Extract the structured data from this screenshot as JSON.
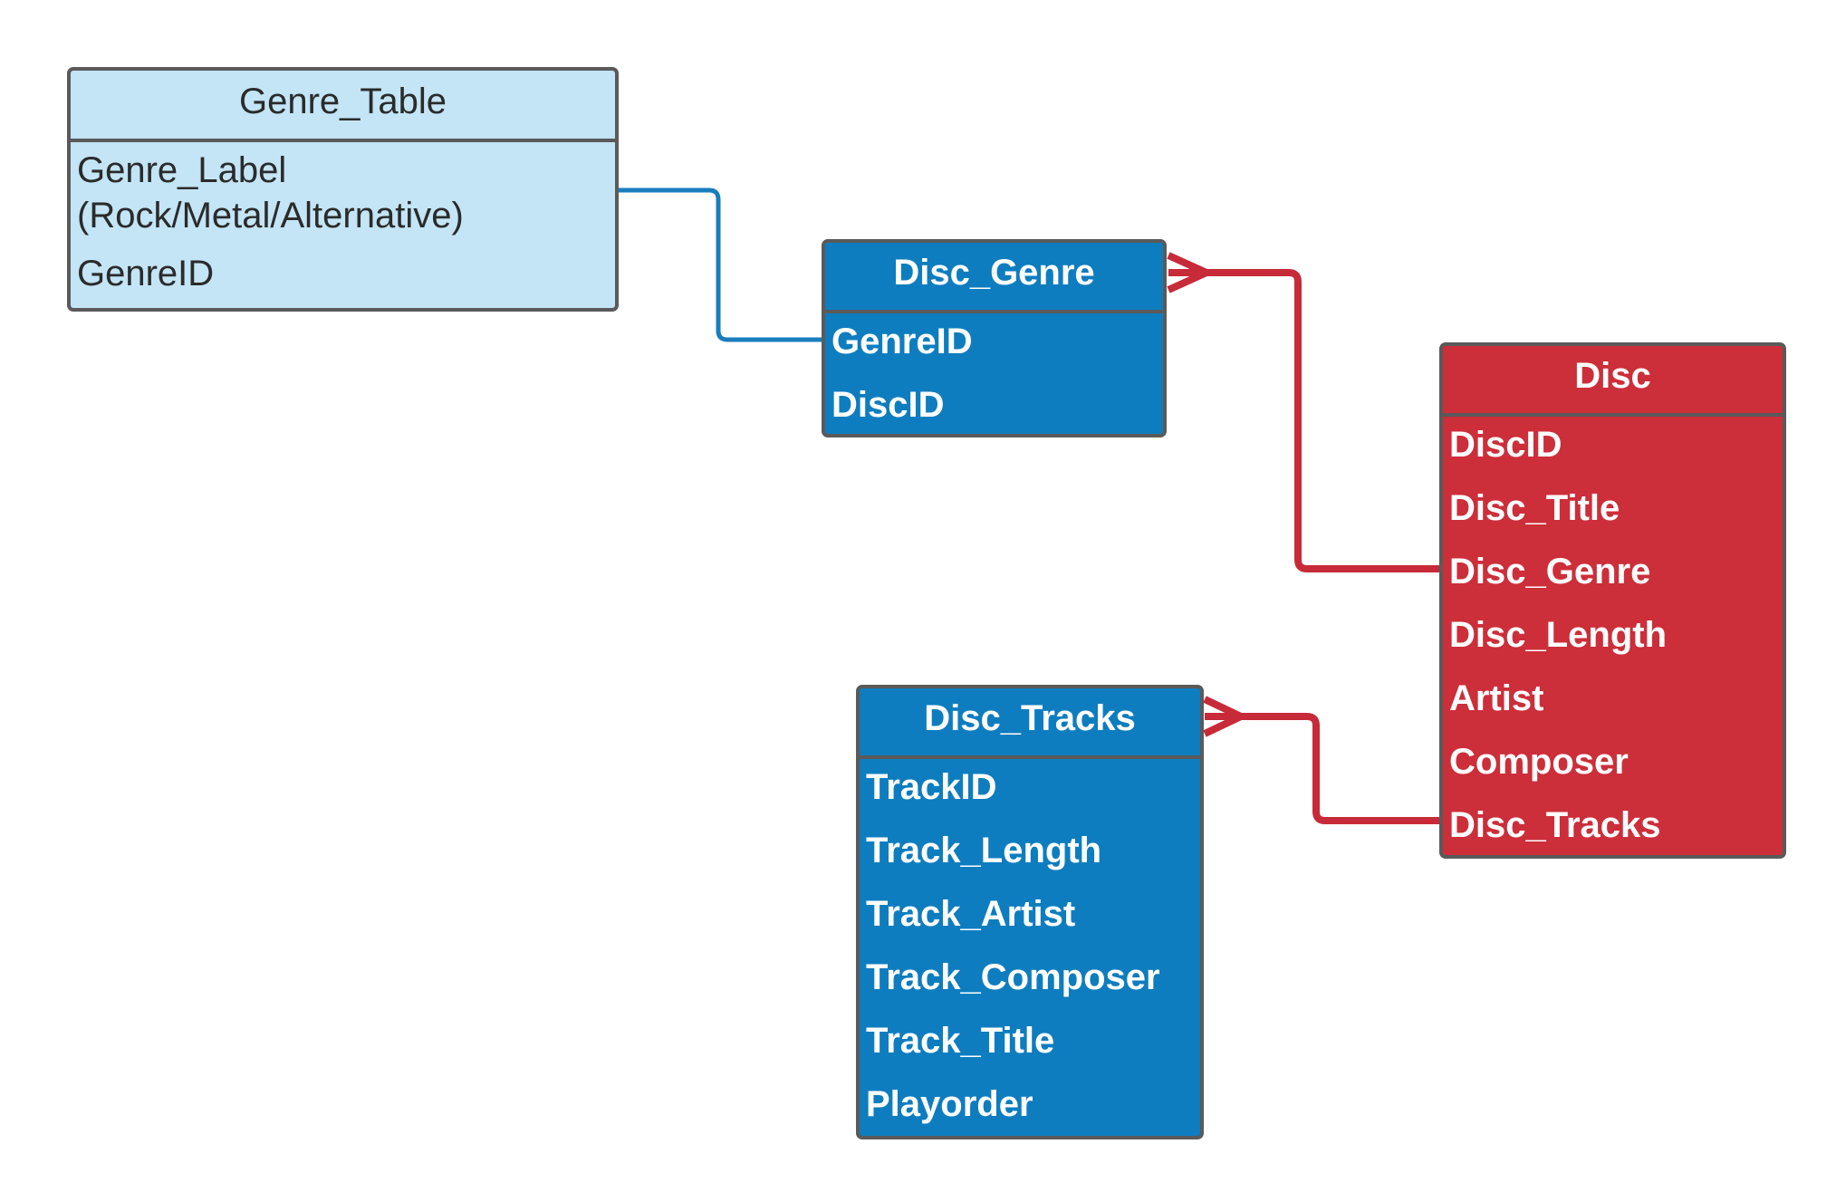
{
  "diagram": {
    "entities": {
      "genre_table": {
        "title": "Genre_Table",
        "fields": [
          "Genre_Label (Rock/Metal/Alternative)",
          "GenreID"
        ]
      },
      "disc_genre": {
        "title": "Disc_Genre",
        "fields": [
          "GenreID",
          "DiscID"
        ]
      },
      "disc": {
        "title": "Disc",
        "fields": [
          "DiscID",
          "Disc_Title",
          "Disc_Genre",
          "Disc_Length",
          "Artist",
          "Composer",
          "Disc_Tracks"
        ]
      },
      "disc_tracks": {
        "title": "Disc_Tracks",
        "fields": [
          "TrackID",
          "Track_Length",
          "Track_Artist",
          "Track_Composer",
          "Track_Title",
          "Playorder"
        ]
      }
    },
    "relationships": [
      {
        "from": "Genre_Table",
        "to": "Disc_Genre",
        "color": "#1a7dbd",
        "end": "one"
      },
      {
        "from": "Disc",
        "to": "Disc_Genre",
        "color": "#c72a38",
        "end": "many"
      },
      {
        "from": "Disc",
        "to": "Disc_Tracks",
        "color": "#c72a38",
        "end": "many"
      }
    ],
    "colors": {
      "light_entity": "#c3e5f6",
      "dark_entity": "#0e7dbf",
      "red_entity": "#cc2e3a",
      "border": "#5a5a5a"
    }
  }
}
